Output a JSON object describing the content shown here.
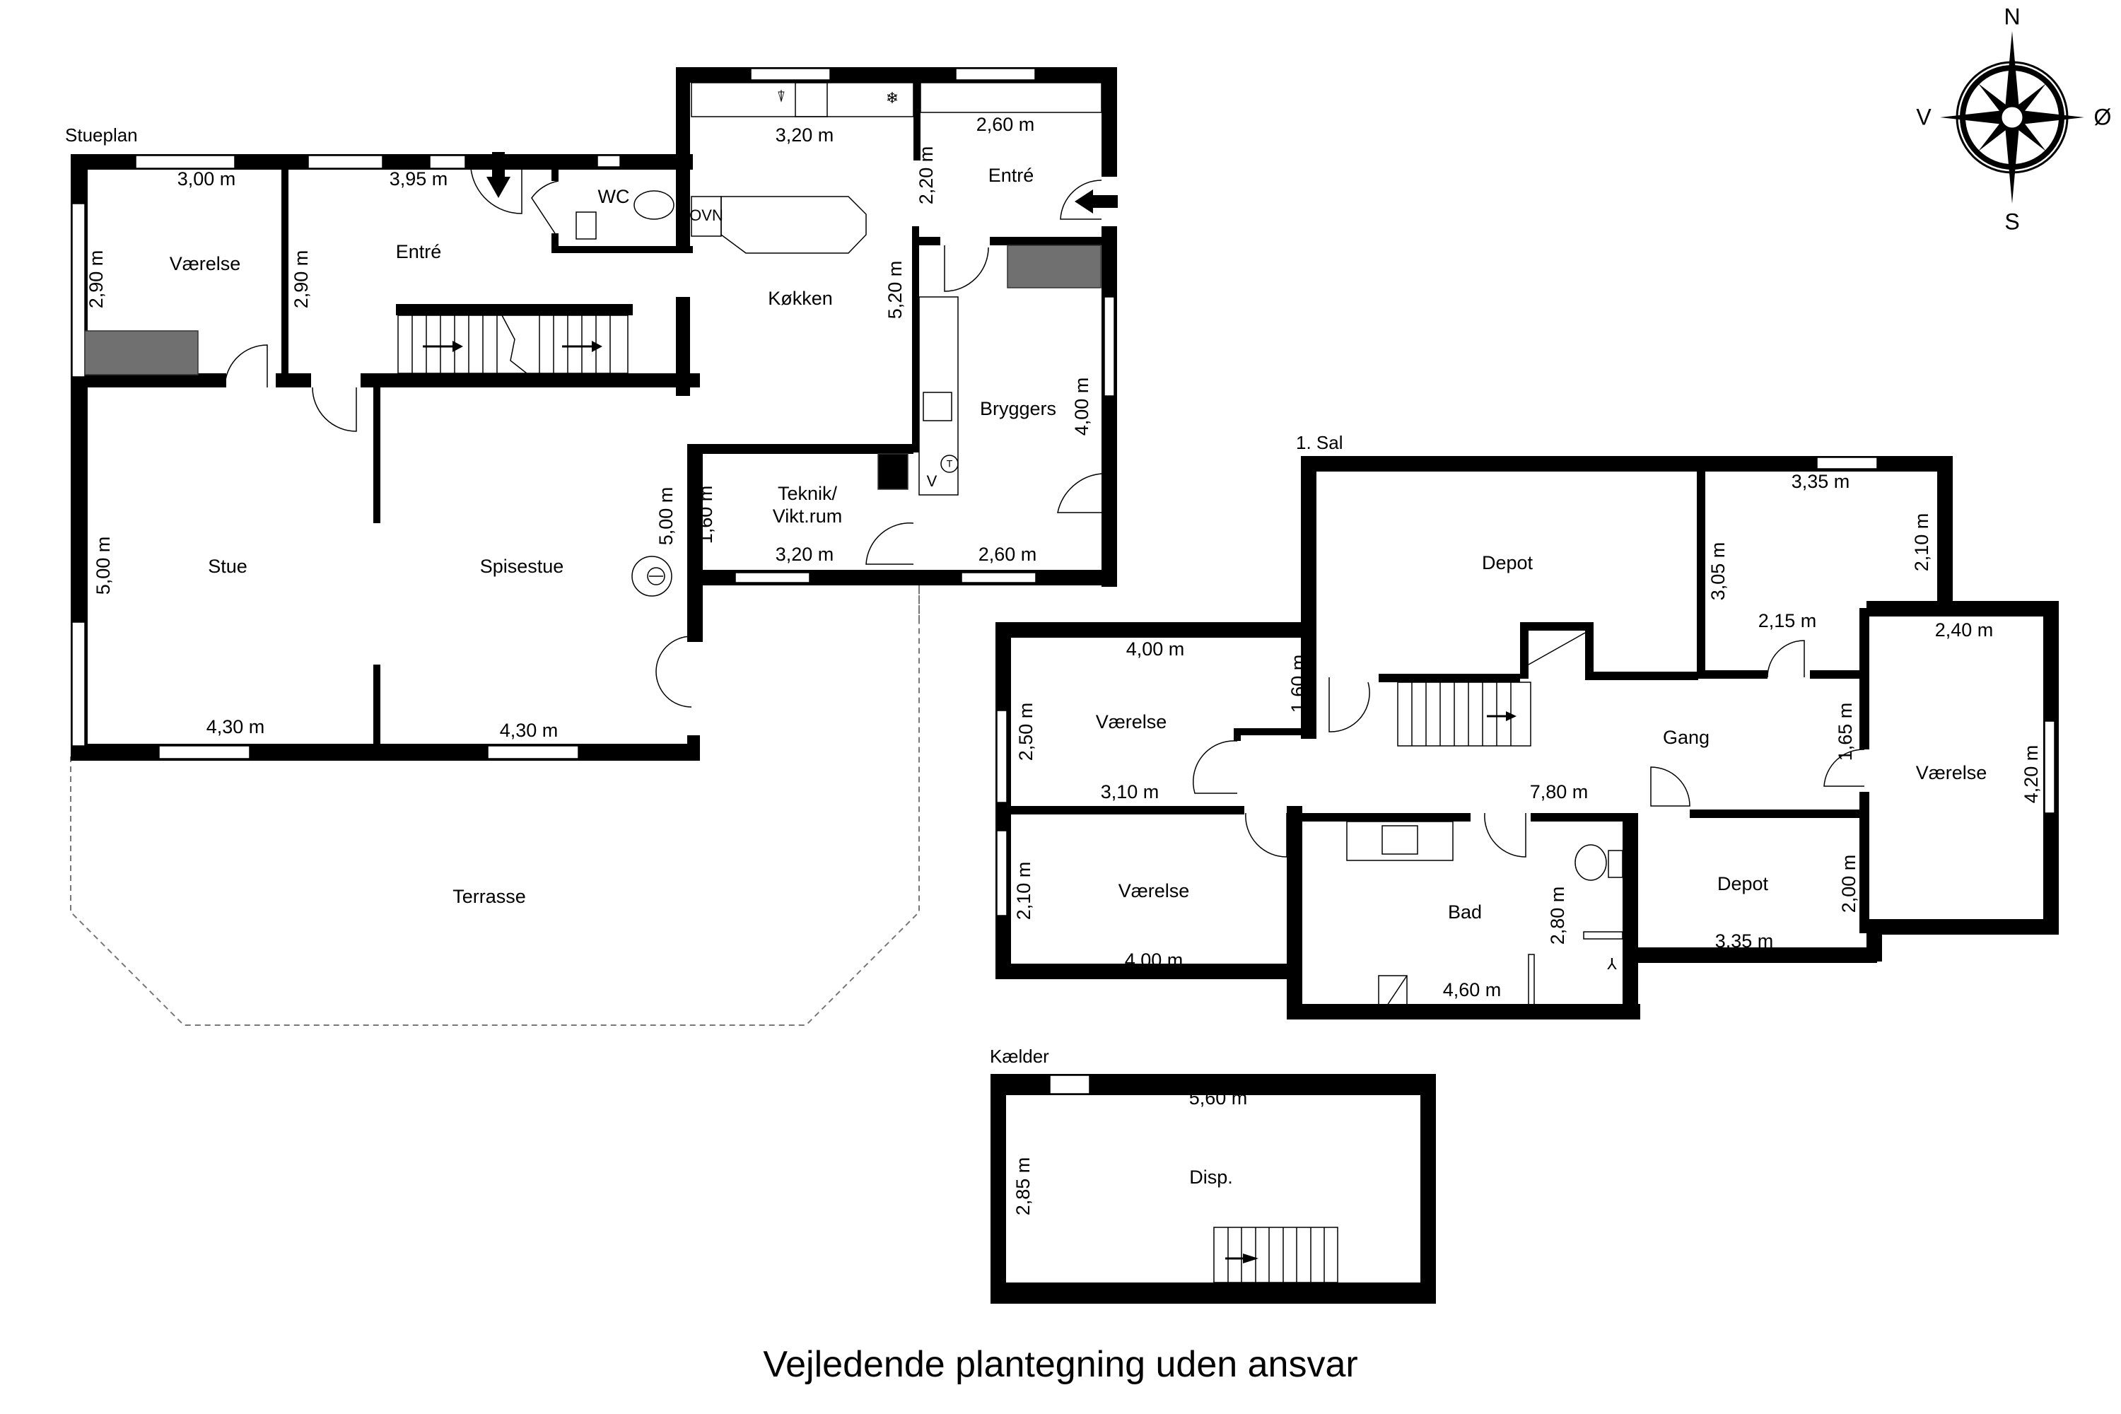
{
  "floors": {
    "ground": {
      "title": "Stueplan",
      "rooms": [
        {
          "name": "Værelse",
          "dims": [
            "3,00 m",
            "2,90 m"
          ]
        },
        {
          "name": "Entré",
          "dims": [
            "3,95 m",
            "2,90 m"
          ]
        },
        {
          "name": "WC"
        },
        {
          "name": "Køkken",
          "dims": [
            "3,20 m",
            "5,20 m"
          ],
          "fixtures": [
            "OVN"
          ]
        },
        {
          "name": "Entré",
          "dims": [
            "2,60 m",
            "2,20 m"
          ]
        },
        {
          "name": "Bryggers",
          "dims": [
            "4,00 m"
          ],
          "fixtures": [
            "V",
            "T"
          ]
        },
        {
          "name": "Teknik/",
          "name2": "Vikt.rum",
          "dims": [
            "3,20 m",
            "1,60 m",
            "2,60 m"
          ]
        },
        {
          "name": "Stue",
          "dims": [
            "5,00 m",
            "4,30 m"
          ]
        },
        {
          "name": "Spisestue",
          "dims": [
            "4,30 m",
            "5,00 m"
          ]
        },
        {
          "name": "Terrasse"
        }
      ]
    },
    "first": {
      "title": "1. Sal",
      "rooms": [
        {
          "name": "Depot"
        },
        {
          "name": "Værelse",
          "dims": [
            "3,35 m",
            "3,05 m",
            "2,10 m",
            "2,15 m"
          ]
        },
        {
          "name": "Værelse",
          "dims": [
            "4,00 m",
            "2,50 m",
            "1,60 m",
            "3,10 m"
          ]
        },
        {
          "name": "Gang",
          "dims": [
            "7,80 m",
            "1,65 m"
          ]
        },
        {
          "name": "Værelse",
          "dims": [
            "2,40 m",
            "4,20 m"
          ]
        },
        {
          "name": "Værelse",
          "dims": [
            "2,10 m",
            "4,00 m"
          ]
        },
        {
          "name": "Bad",
          "dims": [
            "2,80 m",
            "4,60 m"
          ]
        },
        {
          "name": "Depot",
          "dims": [
            "2,00 m",
            "3,35 m"
          ]
        }
      ]
    },
    "basement": {
      "title": "Kælder",
      "rooms": [
        {
          "name": "Disp.",
          "dims": [
            "5,60 m",
            "2,85 m"
          ]
        }
      ]
    }
  },
  "compass": {
    "n": "N",
    "s": "S",
    "e": "Ø",
    "w": "V"
  },
  "footer": "Vejledende plantegning uden ansvar"
}
